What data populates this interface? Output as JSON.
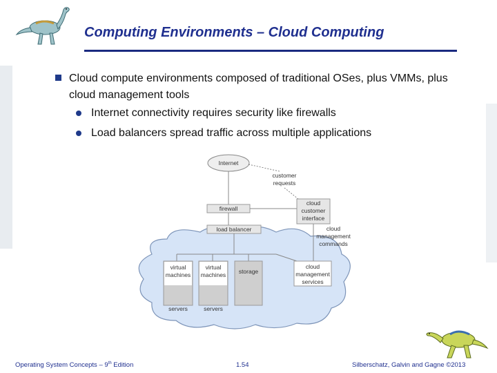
{
  "slide": {
    "title": "Computing Environments – Cloud Computing",
    "bullet_main": "Cloud compute environments composed of traditional OSes, plus VMMs, plus cloud management tools",
    "sub_bullets": [
      "Internet connectivity requires security like firewalls",
      "Load balancers spread traffic across multiple applications"
    ]
  },
  "diagram": {
    "internet": "Internet",
    "customer_requests": [
      "customer",
      "requests"
    ],
    "firewall": "firewall",
    "cloud_customer_interface": [
      "cloud",
      "customer",
      "interface"
    ],
    "load_balancer": "load balancer",
    "cloud_management_commands": [
      "cloud",
      "management",
      "commands"
    ],
    "vm1": [
      "virtual",
      "machines"
    ],
    "vm2": [
      "virtual",
      "machines"
    ],
    "storage": "storage",
    "cloud_management_services": [
      "cloud",
      "management",
      "services"
    ],
    "servers1": "servers",
    "servers2": "servers"
  },
  "footer": {
    "left_prefix": "Operating System Concepts – 9",
    "left_sup": "th",
    "left_suffix": " Edition",
    "page": "1.54",
    "right": "Silberschatz, Galvin and Gagne ©2013"
  },
  "colors": {
    "title": "#1f2f8f",
    "cloud": "#d6e4f7",
    "box": "#eeeeee"
  }
}
